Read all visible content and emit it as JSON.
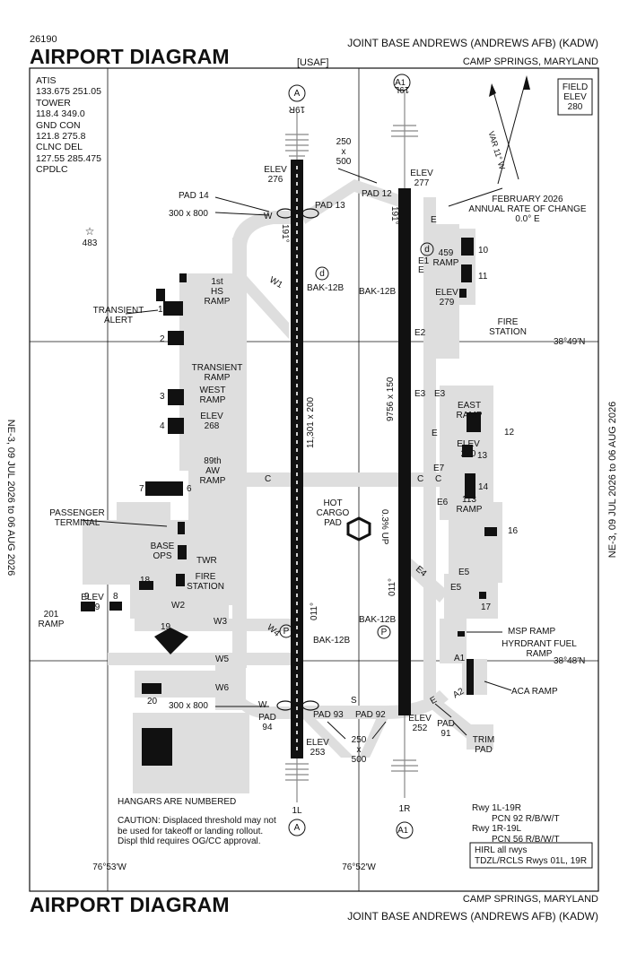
{
  "header": {
    "chart_number": "26190",
    "title": "AIRPORT DIAGRAM",
    "airport": "JOINT BASE ANDREWS (ANDREWS AFB)  (KADW)",
    "operator": "[USAF]",
    "location": "CAMP SPRINGS, MARYLAND"
  },
  "footer": {
    "title": "AIRPORT DIAGRAM",
    "location": "CAMP SPRINGS, MARYLAND",
    "airport": "JOINT BASE ANDREWS (ANDREWS AFB)  (KADW)"
  },
  "side_label_left": "NE-3,  09 JUL 2026  to  06 AUG 2026",
  "side_label_right": "NE-3,  09 JUL 2026  to  06 AUG 2026",
  "frequencies": [
    "ATIS",
    "133.675  251.05",
    "TOWER",
    "118.4  349.0",
    "GND CON",
    "121.8  275.8",
    "CLNC DEL",
    "127.55  285.475",
    "CPDLC"
  ],
  "field_elev": {
    "label1": "FIELD",
    "label2": "ELEV",
    "value": "280"
  },
  "variation": {
    "text": "VAR 11° W",
    "date": "FEBRUARY 2026",
    "rate_label": "ANNUAL RATE OF CHANGE",
    "rate_value": "0.0° E"
  },
  "coordinates": {
    "lat1": "38°49′N",
    "lat2": "38°48′N",
    "lon1": "76°53′W",
    "lon2": "76°52′W"
  },
  "runways": {
    "west": {
      "name_n": "19R",
      "name_s": "1L",
      "dims": "11,301 x 200",
      "elev_n_label": "ELEV",
      "elev_n": "276",
      "elev_s_label": "ELEV",
      "elev_s": "253",
      "hdg_n": "191°",
      "hdg_s": "011°"
    },
    "east": {
      "name_n": "19L",
      "name_s": "1R",
      "dims": "9756 x 150",
      "elev_n_label": "ELEV",
      "elev_n": "277",
      "elev_s_label": "ELEV",
      "elev_s": "252",
      "hdg_n": "191°",
      "hdg_s": "011°",
      "slope": "0.3% UP"
    }
  },
  "labels": {
    "pad14": "PAD 14",
    "pad14_dims": "300 x 800",
    "pad13": "PAD 13",
    "pad12": "PAD 12",
    "pad_dims_n_a": "250",
    "pad_dims_n_x": "x",
    "pad_dims_n_b": "500",
    "pad94": "PAD",
    "pad94_num": "94",
    "pad94_dims": "300 x 800",
    "pad93": "PAD 93",
    "pad92": "PAD 92",
    "pad91": "PAD",
    "pad91_num": "91",
    "pad_dims_s_a": "250",
    "pad_dims_s_x": "x",
    "pad_dims_s_b": "500",
    "bak_w": "BAK-12B",
    "bak_e": "BAK-12B",
    "bak_sw": "BAK-12B",
    "bak_se": "BAK-12B",
    "transient_alert_1": "TRANSIENT",
    "transient_alert_2": "ALERT",
    "hs_ramp_1": "1st",
    "hs_ramp_2": "HS",
    "hs_ramp_3": "RAMP",
    "transient_ramp_1": "TRANSIENT",
    "transient_ramp_2": "RAMP",
    "west_ramp_1": "WEST",
    "west_ramp_2": "RAMP",
    "elev_268_label": "ELEV",
    "elev_268": "268",
    "aw_ramp_1": "89th",
    "aw_ramp_2": "AW",
    "aw_ramp_3": "RAMP",
    "passenger_1": "PASSENGER",
    "passenger_2": "TERMINAL",
    "base_ops_1": "BASE",
    "base_ops_2": "OPS",
    "twr": "TWR",
    "fire_station_w_1": "FIRE",
    "fire_station_w_2": "STATION",
    "elev_269_label": "ELEV",
    "elev_269": "269",
    "ramp201_1": "201",
    "ramp201_2": "RAMP",
    "hot_cargo_1": "HOT",
    "hot_cargo_2": "CARGO",
    "hot_cargo_3": "PAD",
    "ramp459_1": "459",
    "ramp459_2": "RAMP",
    "elev_279_label": "ELEV",
    "elev_279": "279",
    "fire_station_e_1": "FIRE",
    "fire_station_e_2": "STATION",
    "east_ramp_1": "EAST",
    "east_ramp_2": "RAMP",
    "elev_270_label": "ELEV",
    "elev_270": "270",
    "ramp113_1": "113",
    "ramp113_2": "RAMP",
    "msp_ramp": "MSP RAMP",
    "hydrant_1": "HYRDRANT FUEL",
    "hydrant_2": "RAMP",
    "aca_ramp": "ACA RAMP",
    "trim_pad_1": "TRIM",
    "trim_pad_2": "PAD",
    "star_elev": "483",
    "hangars": "HANGARS ARE NUMBERED",
    "caution_1": "CAUTION: Displaced threshold may not",
    "caution_2": "be used for takeoff or landing rollout.",
    "caution_3": "Displ thld requires OG/CC approval."
  },
  "taxiways": {
    "W": "W",
    "W1": "W1",
    "W2": "W2",
    "W3": "W3",
    "W4": "W4",
    "W5": "W5",
    "W6": "W6",
    "C": "C",
    "S": "S",
    "A1": "A1",
    "A2": "A2",
    "E": "E",
    "E1": "E1",
    "E2": "E2",
    "E3": "E3",
    "E4": "E4",
    "E5": "E5",
    "E6": "E6",
    "E7": "E7"
  },
  "buildings": {
    "b1": "1",
    "b2": "2",
    "b3": "3",
    "b4": "4",
    "b6": "6",
    "b7": "7",
    "b8": "8",
    "b9": "9",
    "b10": "10",
    "b11": "11",
    "b12": "12",
    "b13": "13",
    "b14": "14",
    "b16": "16",
    "b17": "17",
    "b18": "18",
    "b19": "19",
    "b20": "20"
  },
  "pcn_box": {
    "l1": "Rwy 1L-19R",
    "l2": "PCN 92 R/B/W/T",
    "l3": "Rwy 1R-19L",
    "l4": "PCN 56 R/B/W/T"
  },
  "lighting_box": {
    "l1": "HIRL all rwys",
    "l2": "TDZL/RCLS Rwys 01L, 19R"
  },
  "approach_symbols": {
    "A": "A",
    "A1_label": "A",
    "A1_sub": "1",
    "d": "d",
    "P": "P"
  }
}
